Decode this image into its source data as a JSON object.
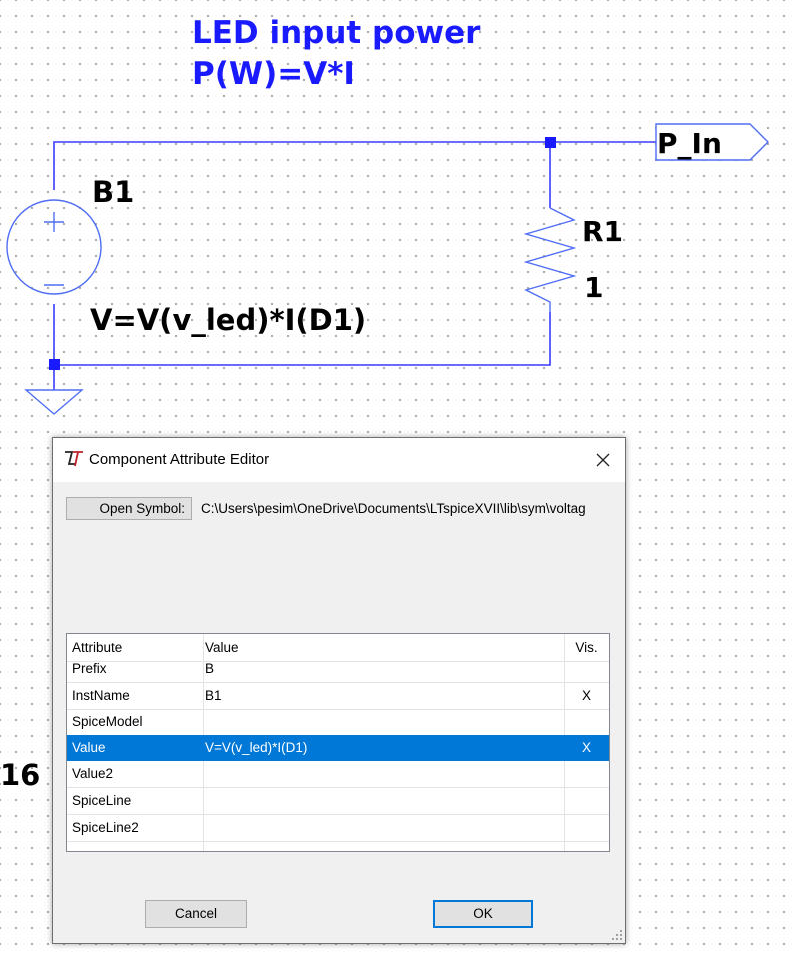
{
  "schematic": {
    "title_line1": "LED input power",
    "title_line2": "P(W)=V*I",
    "source_name": "B1",
    "source_value": "V=V(v_led)*I(D1)",
    "resistor_name": "R1",
    "resistor_value": "1",
    "net_label": "P_In",
    "partial_text": "16",
    "colors": {
      "wire": "#3a3aff",
      "title": "#1a1aff",
      "symbol": "#4f6df5",
      "node": "#1a1aff"
    }
  },
  "dialog": {
    "title": "Component Attribute Editor",
    "open_symbol_label": "Open Symbol:",
    "symbol_path": "C:\\Users\\pesim\\OneDrive\\Documents\\LTspiceXVII\\lib\\sym\\voltag",
    "table": {
      "headers": [
        "Attribute",
        "Value",
        "Vis."
      ],
      "rows": [
        {
          "attribute": "Prefix",
          "value": "B",
          "vis": ""
        },
        {
          "attribute": "InstName",
          "value": "B1",
          "vis": "X"
        },
        {
          "attribute": "SpiceModel",
          "value": "",
          "vis": ""
        },
        {
          "attribute": "Value",
          "value": "V=V(v_led)*I(D1)",
          "vis": "X",
          "selected": true
        },
        {
          "attribute": "Value2",
          "value": "",
          "vis": ""
        },
        {
          "attribute": "SpiceLine",
          "value": "",
          "vis": ""
        },
        {
          "attribute": "SpiceLine2",
          "value": "",
          "vis": ""
        }
      ]
    },
    "cancel_label": "Cancel",
    "ok_label": "OK",
    "selection_color": "#0078d7"
  }
}
